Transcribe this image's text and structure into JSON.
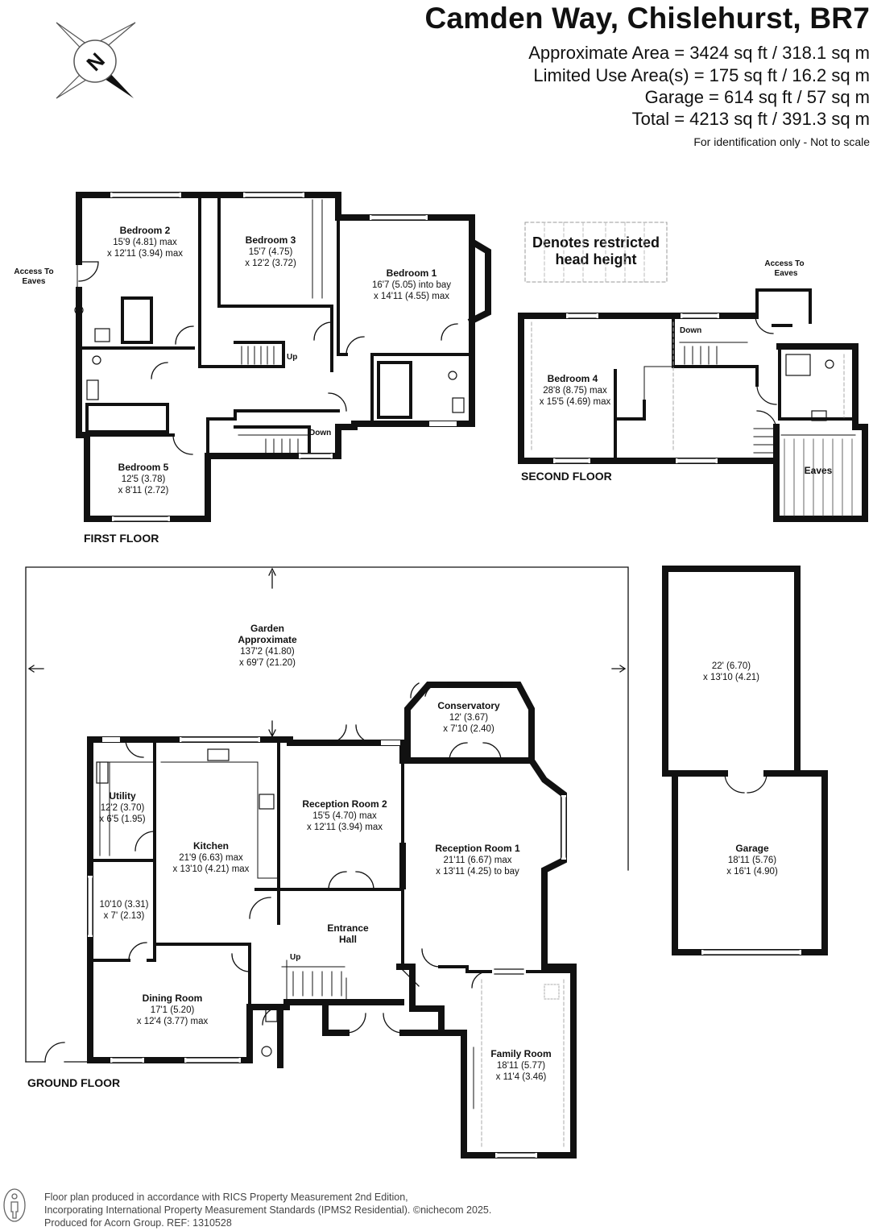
{
  "header": {
    "title": "Camden Way, Chislehurst, BR7",
    "approx_area": "Approximate Area = 3424 sq ft / 318.1 sq m",
    "limited_use": "Limited Use Area(s) = 175 sq ft / 16.2 sq m",
    "garage_area": "Garage = 614 sq ft / 57 sq m",
    "total": "Total = 4213 sq ft / 391.3 sq m",
    "note": "For identification only - Not to scale"
  },
  "compass": {
    "letter": "N",
    "icon": "compass-icon"
  },
  "legend": {
    "restricted_line1": "Denotes restricted",
    "restricted_line2": "head height"
  },
  "floors": {
    "first": "FIRST FLOOR",
    "second": "SECOND FLOOR",
    "ground": "GROUND FLOOR"
  },
  "first_floor": {
    "bedroom2": {
      "name": "Bedroom 2",
      "d1": "15'9 (4.81) max",
      "d2": "x 12'11 (3.94) max"
    },
    "bedroom3": {
      "name": "Bedroom 3",
      "d1": "15'7 (4.75)",
      "d2": "x 12'2 (3.72)"
    },
    "bedroom1": {
      "name": "Bedroom 1",
      "d1": "16'7 (5.05) into bay",
      "d2": "x 14'11 (4.55) max"
    },
    "bedroom5": {
      "name": "Bedroom 5",
      "d1": "12'5 (3.78)",
      "d2": "x 8'11 (2.72)"
    },
    "access_eaves_1": "Access To",
    "access_eaves_2": "Eaves",
    "up": "Up",
    "down": "Down"
  },
  "second_floor": {
    "bedroom4": {
      "name": "Bedroom 4",
      "d1": "28'8 (8.75) max",
      "d2": "x 15'5 (4.69) max"
    },
    "access_eaves_1": "Access To",
    "access_eaves_2": "Eaves",
    "down": "Down",
    "eaves": "Eaves"
  },
  "ground_floor": {
    "garden": {
      "name1": "Garden",
      "name2": "Approximate",
      "d1": "137'2 (41.80)",
      "d2": "x 69'7 (21.20)"
    },
    "conservatory": {
      "name": "Conservatory",
      "d1": "12' (3.67)",
      "d2": "x 7'10 (2.40)"
    },
    "utility": {
      "name": "Utility",
      "d1": "12'2 (3.70)",
      "d2": "x 6'5 (1.95)"
    },
    "kitchen": {
      "name": "Kitchen",
      "d1": "21'9 (6.63) max",
      "d2": "x 13'10 (4.21) max"
    },
    "reception2": {
      "name": "Reception Room 2",
      "d1": "15'5 (4.70) max",
      "d2": "x 12'11 (3.94) max"
    },
    "reception1": {
      "name": "Reception Room 1",
      "d1": "21'11 (6.67) max",
      "d2": "x 13'11 (4.25) to bay"
    },
    "store": {
      "d1": "10'10 (3.31)",
      "d2": "x 7' (2.13)"
    },
    "entrance": {
      "name1": "Entrance",
      "name2": "Hall"
    },
    "dining": {
      "name": "Dining Room",
      "d1": "17'1 (5.20)",
      "d2": "x 12'4 (3.77) max"
    },
    "family": {
      "name": "Family Room",
      "d1": "18'11 (5.77)",
      "d2": "x 11'4 (3.46)"
    },
    "up": "Up"
  },
  "garage": {
    "upper": {
      "d1": "22' (6.70)",
      "d2": "x 13'10 (4.21)"
    },
    "lower": {
      "name": "Garage",
      "d1": "18'11 (5.76)",
      "d2": "x 16'1 (4.90)"
    }
  },
  "footer": {
    "line1": "Floor plan produced in accordance with RICS Property Measurement 2nd Edition,",
    "line2": "Incorporating International Property Measurement Standards (IPMS2 Residential).  ©nichecom 2025.",
    "line3": "Produced for Acorn Group.   REF: 1310528"
  }
}
